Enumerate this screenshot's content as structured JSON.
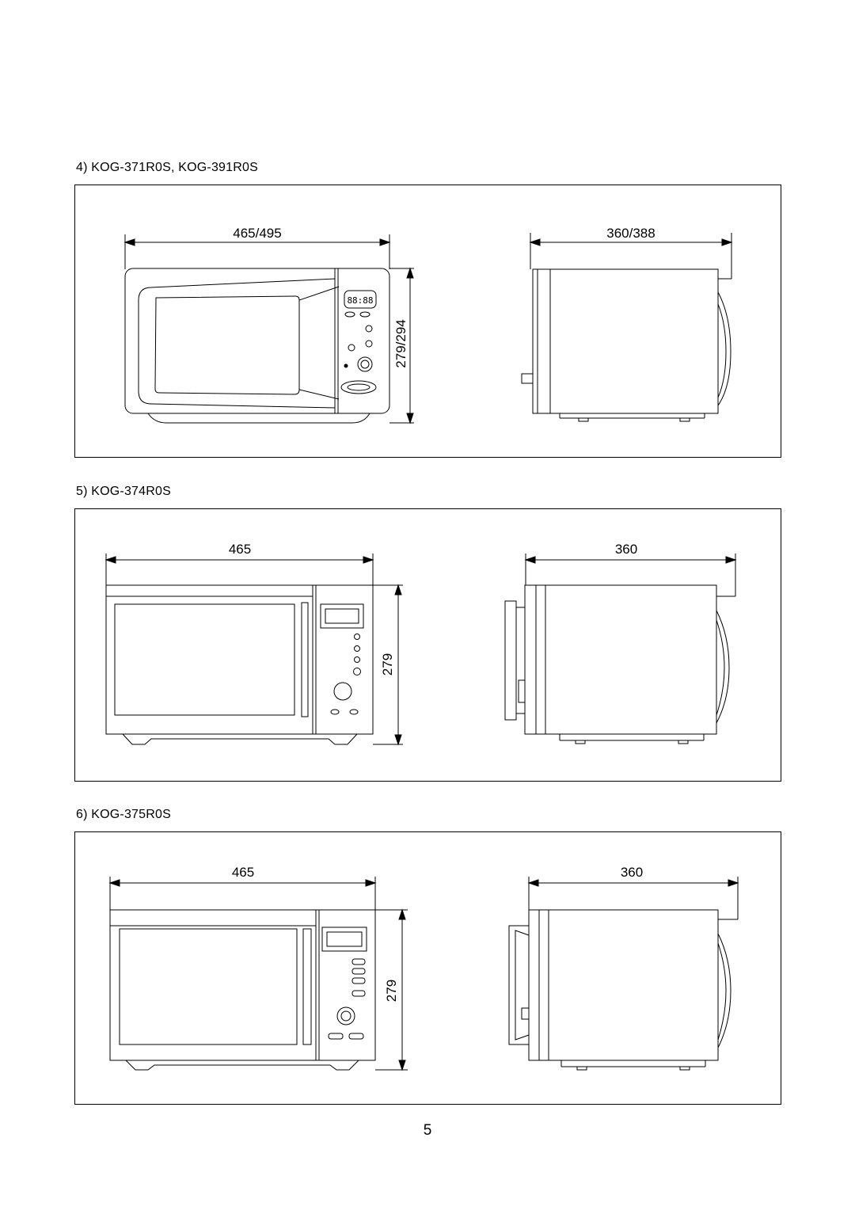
{
  "sections": [
    {
      "title": "4) KOG-371R0S, KOG-391R0S",
      "front_width": "465/495",
      "height": "279/294",
      "side_depth": "360/388",
      "display_text": "88:88"
    },
    {
      "title": "5) KOG-374R0S",
      "front_width": "465",
      "height": "279",
      "side_depth": "360"
    },
    {
      "title": "6) KOG-375R0S",
      "front_width": "465",
      "height": "279",
      "side_depth": "360"
    }
  ],
  "page_number": "5"
}
